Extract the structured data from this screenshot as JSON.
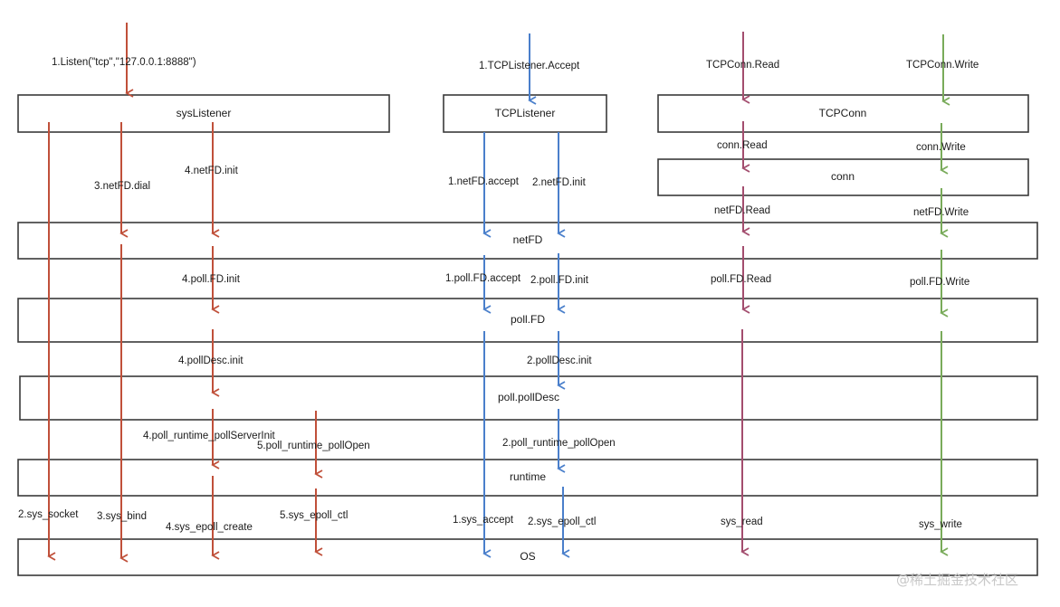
{
  "colors": {
    "listen": "#c0503a",
    "accept": "#4a7fcb",
    "read": "#a34d6e",
    "write": "#79ab5a"
  },
  "boxes": {
    "sysListener": "sysListener",
    "TCPListener": "TCPListener",
    "TCPConn": "TCPConn",
    "conn": "conn",
    "netFD": "netFD",
    "pollFD": "poll.FD",
    "pollDesc": "poll.pollDesc",
    "runtime": "runtime",
    "os": "OS"
  },
  "labels": {
    "listen": "1.Listen(\"tcp\",\"127.0.0.1:8888\")",
    "accept_top": "1.TCPListener.Accept",
    "read_top": "TCPConn.Read",
    "write_top": "TCPConn.Write",
    "conn_read": "conn.Read",
    "conn_write": "conn.Write",
    "netfd_dial": "3.netFD.dial",
    "netfd_init_4": "4.netFD.init",
    "netfd_accept": "1.netFD.accept",
    "netfd_init_2": "2.netFD.init",
    "netfd_read": "netFD.Read",
    "netfd_write": "netFD.Write",
    "pollfd_init_4": "4.poll.FD.init",
    "pollfd_accept": "1.poll.FD.accept",
    "pollfd_init_2": "2.poll.FD.init",
    "pollfd_read": "poll.FD.Read",
    "pollfd_write": "poll.FD.Write",
    "polldesc_init_4": "4.pollDesc.init",
    "polldesc_init_2": "2.pollDesc.init",
    "server_init": "4.poll_runtime_pollServerInit",
    "poll_open_5": "5.poll_runtime_pollOpen",
    "poll_open_2": "2.poll_runtime_pollOpen",
    "sys_socket": "2.sys_socket",
    "sys_bind": "3.sys_bind",
    "sys_epoll_create": "4.sys_epoll_create",
    "sys_epoll_ctl_5": "5.sys_epoll_ctl",
    "sys_accept": "1.sys_accept",
    "sys_epoll_ctl_2": "2.sys_epoll_ctl",
    "sys_read": "sys_read",
    "sys_write": "sys_write"
  },
  "watermark": "@稀土掘金技术社区"
}
